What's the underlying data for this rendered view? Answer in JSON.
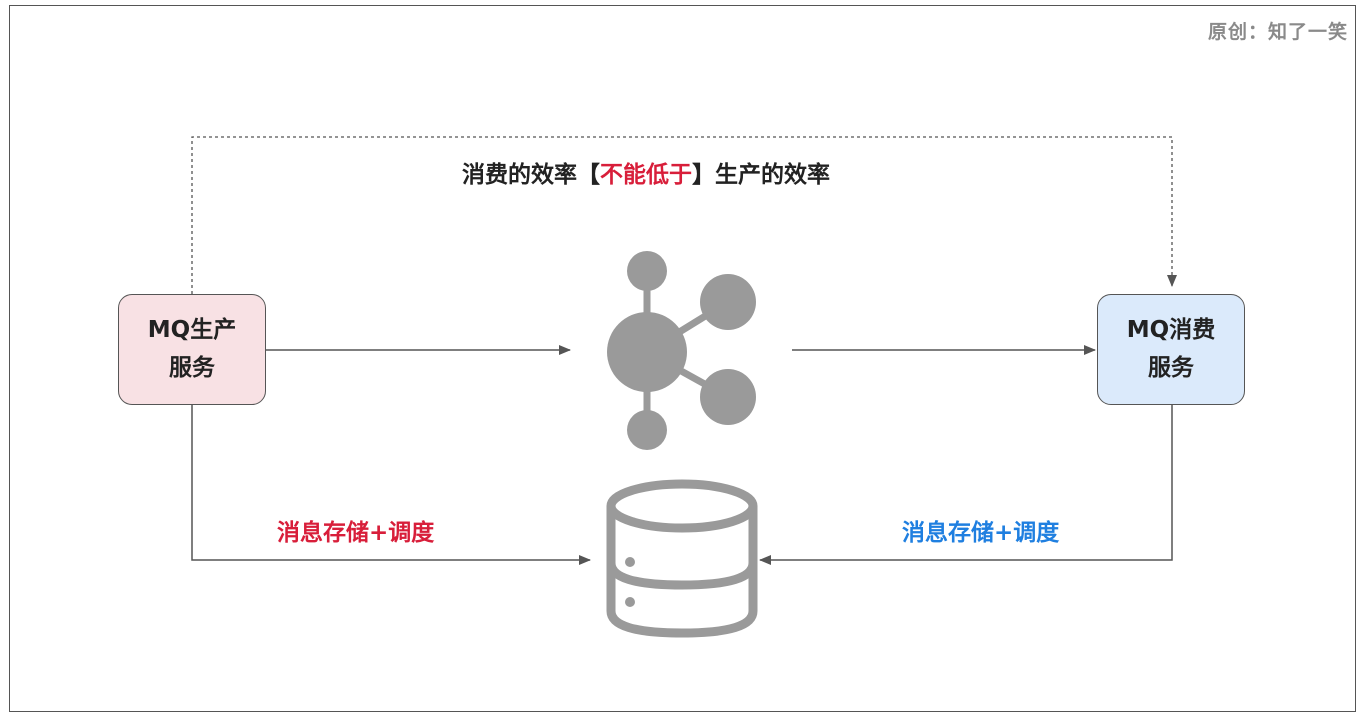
{
  "watermark": "原创：知了一笑",
  "caption": {
    "prefix": "消费的效率【",
    "highlight": "不能低于",
    "suffix": "】生产的效率"
  },
  "producer": {
    "line1": "MQ生产",
    "line2": "服务"
  },
  "consumer": {
    "line1": "MQ消费",
    "line2": "服务"
  },
  "storage_left": "消息存储+调度",
  "storage_right": "消息存储+调度",
  "icons": {
    "broker": "message-queue-hub-icon",
    "database": "database-icon"
  },
  "colors": {
    "producer_fill": "#f8e1e4",
    "consumer_fill": "#dbeafb",
    "highlight_red": "#d81e3a",
    "highlight_blue": "#1f7fe0",
    "icon_gray": "#9a9a9a"
  }
}
